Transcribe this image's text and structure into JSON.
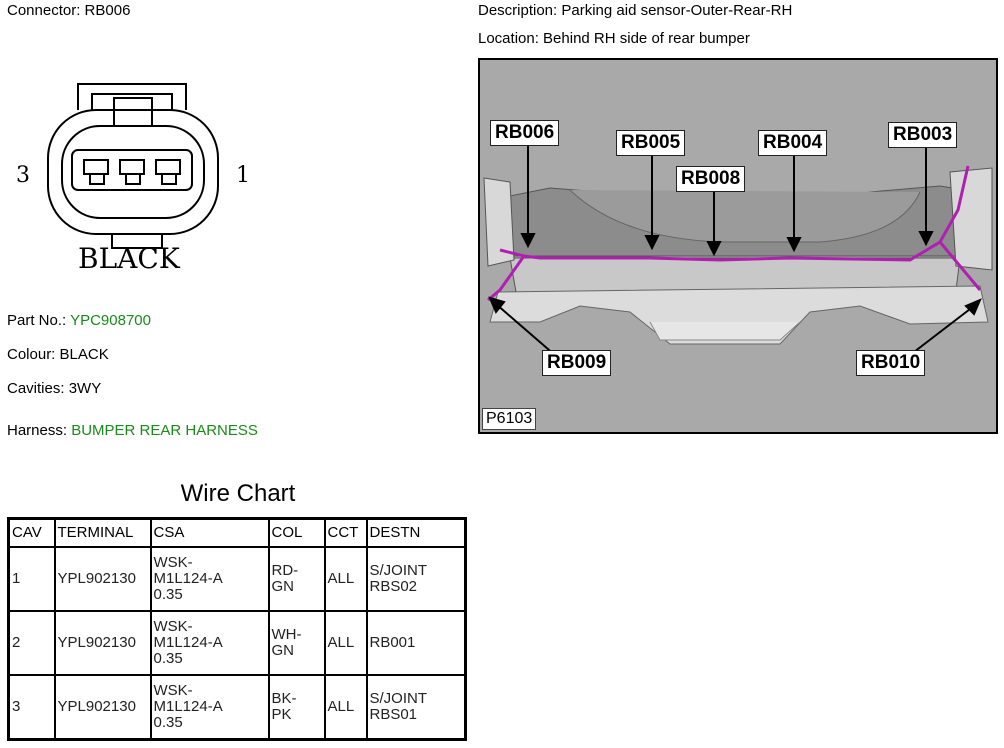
{
  "header": {
    "connector_label": "Connector: RB006",
    "description_label": "Description: Parking aid sensor-Outer-Rear-RH",
    "location_label": "Location: Behind RH side of rear bumper"
  },
  "connector_figure": {
    "pin_left": "3",
    "pin_right": "1",
    "colour_text": "BLACK"
  },
  "details": {
    "part_no_label": "Part No.:",
    "part_no_value": "YPC908700",
    "colour_label": "Colour:",
    "colour_value": "BLACK",
    "cavities_label": "Cavities:",
    "cavities_value": "3WY",
    "harness_label": "Harness:",
    "harness_value": "BUMPER REAR HARNESS",
    "link_color": "#1a8a1a"
  },
  "photo": {
    "callouts": [
      "RB006",
      "RB005",
      "RB008",
      "RB004",
      "RB003",
      "RB009",
      "RB010"
    ],
    "figure_id": "P6103",
    "wire_color": "#b020b0"
  },
  "wire_chart": {
    "title": "Wire Chart",
    "headers": [
      "CAV",
      "TERMINAL",
      "CSA",
      "COL",
      "CCT",
      "DESTN"
    ],
    "rows": [
      {
        "cav": "1",
        "terminal": "YPL902130",
        "csa": [
          "WSK-",
          "M1L124-A",
          "0.35"
        ],
        "col": [
          "RD-",
          "GN"
        ],
        "cct": "ALL",
        "destn": [
          "S/JOINT",
          "RBS02"
        ]
      },
      {
        "cav": "2",
        "terminal": "YPL902130",
        "csa": [
          "WSK-",
          "M1L124-A",
          "0.35"
        ],
        "col": [
          "WH-",
          "GN"
        ],
        "cct": "ALL",
        "destn": [
          "RB001",
          ""
        ]
      },
      {
        "cav": "3",
        "terminal": "YPL902130",
        "csa": [
          "WSK-",
          "M1L124-A",
          "0.35"
        ],
        "col": [
          "BK-",
          "PK"
        ],
        "cct": "ALL",
        "destn": [
          "S/JOINT",
          "RBS01"
        ]
      }
    ]
  }
}
